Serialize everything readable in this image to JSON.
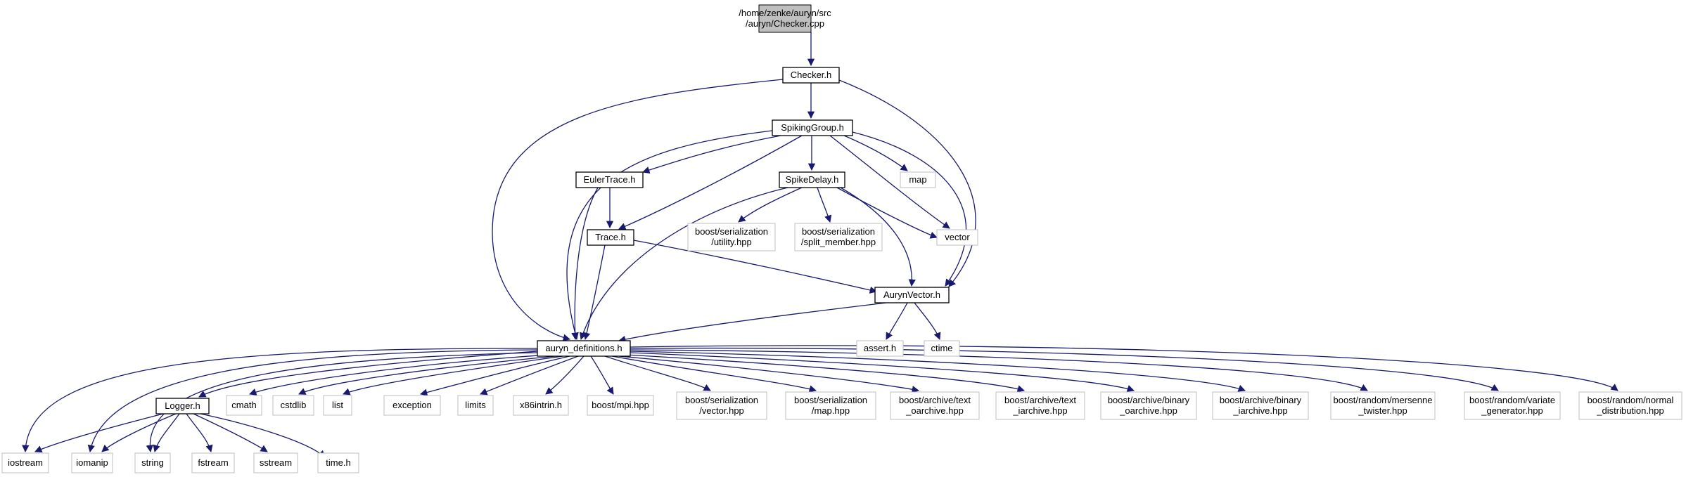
{
  "colors": {
    "edge": "#191970",
    "root_fill": "#bfbfbf",
    "root_border": "#000000",
    "local_border": "#000000",
    "system_border": "#bfbfbf",
    "background": "#ffffff"
  },
  "nodes": [
    {
      "id": "root",
      "kind": "root",
      "lines": [
        "/home/zenke/auryn/src",
        "/auryn/Checker.cpp"
      ]
    },
    {
      "id": "checker_h",
      "kind": "local",
      "lines": [
        "Checker.h"
      ]
    },
    {
      "id": "spikinggroup_h",
      "kind": "local",
      "lines": [
        "SpikingGroup.h"
      ]
    },
    {
      "id": "eulertrace_h",
      "kind": "local",
      "lines": [
        "EulerTrace.h"
      ]
    },
    {
      "id": "spikedelay_h",
      "kind": "local",
      "lines": [
        "SpikeDelay.h"
      ]
    },
    {
      "id": "map",
      "kind": "system",
      "lines": [
        "map"
      ]
    },
    {
      "id": "trace_h",
      "kind": "local",
      "lines": [
        "Trace.h"
      ]
    },
    {
      "id": "bs_utility",
      "kind": "system",
      "lines": [
        "boost/serialization",
        "/utility.hpp"
      ]
    },
    {
      "id": "bs_split",
      "kind": "system",
      "lines": [
        "boost/serialization",
        "/split_member.hpp"
      ]
    },
    {
      "id": "vector",
      "kind": "system",
      "lines": [
        "vector"
      ]
    },
    {
      "id": "aurynvector_h",
      "kind": "local",
      "lines": [
        "AurynVector.h"
      ]
    },
    {
      "id": "auryn_definitions_h",
      "kind": "local",
      "lines": [
        "auryn_definitions.h"
      ]
    },
    {
      "id": "assert_h",
      "kind": "system",
      "lines": [
        "assert.h"
      ]
    },
    {
      "id": "ctime",
      "kind": "system",
      "lines": [
        "ctime"
      ]
    },
    {
      "id": "logger_h",
      "kind": "local",
      "lines": [
        "Logger.h"
      ]
    },
    {
      "id": "cmath",
      "kind": "system",
      "lines": [
        "cmath"
      ]
    },
    {
      "id": "cstdlib",
      "kind": "system",
      "lines": [
        "cstdlib"
      ]
    },
    {
      "id": "list",
      "kind": "system",
      "lines": [
        "list"
      ]
    },
    {
      "id": "exception",
      "kind": "system",
      "lines": [
        "exception"
      ]
    },
    {
      "id": "limits",
      "kind": "system",
      "lines": [
        "limits"
      ]
    },
    {
      "id": "x86intrin",
      "kind": "system",
      "lines": [
        "x86intrin.h"
      ]
    },
    {
      "id": "boost_mpi",
      "kind": "system",
      "lines": [
        "boost/mpi.hpp"
      ]
    },
    {
      "id": "bs_vector",
      "kind": "system",
      "lines": [
        "boost/serialization",
        "/vector.hpp"
      ]
    },
    {
      "id": "bs_map",
      "kind": "system",
      "lines": [
        "boost/serialization",
        "/map.hpp"
      ]
    },
    {
      "id": "ba_text_oarchive",
      "kind": "system",
      "lines": [
        "boost/archive/text",
        "_oarchive.hpp"
      ]
    },
    {
      "id": "ba_text_iarchive",
      "kind": "system",
      "lines": [
        "boost/archive/text",
        "_iarchive.hpp"
      ]
    },
    {
      "id": "ba_binary_oarchive",
      "kind": "system",
      "lines": [
        "boost/archive/binary",
        "_oarchive.hpp"
      ]
    },
    {
      "id": "ba_binary_iarchive",
      "kind": "system",
      "lines": [
        "boost/archive/binary",
        "_iarchive.hpp"
      ]
    },
    {
      "id": "br_mersenne",
      "kind": "system",
      "lines": [
        "boost/random/mersenne",
        "_twister.hpp"
      ]
    },
    {
      "id": "br_variate",
      "kind": "system",
      "lines": [
        "boost/random/variate",
        "_generator.hpp"
      ]
    },
    {
      "id": "br_normal",
      "kind": "system",
      "lines": [
        "boost/random/normal",
        "_distribution.hpp"
      ]
    },
    {
      "id": "iostream",
      "kind": "system",
      "lines": [
        "iostream"
      ]
    },
    {
      "id": "iomanip",
      "kind": "system",
      "lines": [
        "iomanip"
      ]
    },
    {
      "id": "string",
      "kind": "system",
      "lines": [
        "string"
      ]
    },
    {
      "id": "fstream",
      "kind": "system",
      "lines": [
        "fstream"
      ]
    },
    {
      "id": "sstream",
      "kind": "system",
      "lines": [
        "sstream"
      ]
    },
    {
      "id": "time_h",
      "kind": "system",
      "lines": [
        "time.h"
      ]
    }
  ],
  "edges": [
    [
      "root",
      "checker_h"
    ],
    [
      "checker_h",
      "spikinggroup_h"
    ],
    [
      "checker_h",
      "auryn_definitions_h"
    ],
    [
      "checker_h",
      "aurynvector_h"
    ],
    [
      "spikinggroup_h",
      "eulertrace_h"
    ],
    [
      "spikinggroup_h",
      "spikedelay_h"
    ],
    [
      "spikinggroup_h",
      "map"
    ],
    [
      "spikinggroup_h",
      "trace_h"
    ],
    [
      "spikinggroup_h",
      "vector"
    ],
    [
      "spikinggroup_h",
      "aurynvector_h"
    ],
    [
      "spikinggroup_h",
      "auryn_definitions_h"
    ],
    [
      "eulertrace_h",
      "trace_h"
    ],
    [
      "eulertrace_h",
      "auryn_definitions_h"
    ],
    [
      "spikedelay_h",
      "bs_utility"
    ],
    [
      "spikedelay_h",
      "bs_split"
    ],
    [
      "spikedelay_h",
      "vector"
    ],
    [
      "spikedelay_h",
      "aurynvector_h"
    ],
    [
      "spikedelay_h",
      "auryn_definitions_h"
    ],
    [
      "trace_h",
      "aurynvector_h"
    ],
    [
      "trace_h",
      "auryn_definitions_h"
    ],
    [
      "aurynvector_h",
      "auryn_definitions_h"
    ],
    [
      "aurynvector_h",
      "assert_h"
    ],
    [
      "aurynvector_h",
      "ctime"
    ],
    [
      "auryn_definitions_h",
      "logger_h"
    ],
    [
      "auryn_definitions_h",
      "cmath"
    ],
    [
      "auryn_definitions_h",
      "cstdlib"
    ],
    [
      "auryn_definitions_h",
      "list"
    ],
    [
      "auryn_definitions_h",
      "exception"
    ],
    [
      "auryn_definitions_h",
      "limits"
    ],
    [
      "auryn_definitions_h",
      "x86intrin"
    ],
    [
      "auryn_definitions_h",
      "boost_mpi"
    ],
    [
      "auryn_definitions_h",
      "bs_vector"
    ],
    [
      "auryn_definitions_h",
      "bs_map"
    ],
    [
      "auryn_definitions_h",
      "ba_text_oarchive"
    ],
    [
      "auryn_definitions_h",
      "ba_text_iarchive"
    ],
    [
      "auryn_definitions_h",
      "ba_binary_oarchive"
    ],
    [
      "auryn_definitions_h",
      "ba_binary_iarchive"
    ],
    [
      "auryn_definitions_h",
      "br_mersenne"
    ],
    [
      "auryn_definitions_h",
      "br_variate"
    ],
    [
      "auryn_definitions_h",
      "br_normal"
    ],
    [
      "auryn_definitions_h",
      "iostream"
    ],
    [
      "auryn_definitions_h",
      "iomanip"
    ],
    [
      "auryn_definitions_h",
      "string"
    ],
    [
      "logger_h",
      "iostream"
    ],
    [
      "logger_h",
      "iomanip"
    ],
    [
      "logger_h",
      "string"
    ],
    [
      "logger_h",
      "fstream"
    ],
    [
      "logger_h",
      "sstream"
    ],
    [
      "logger_h",
      "time_h"
    ]
  ]
}
